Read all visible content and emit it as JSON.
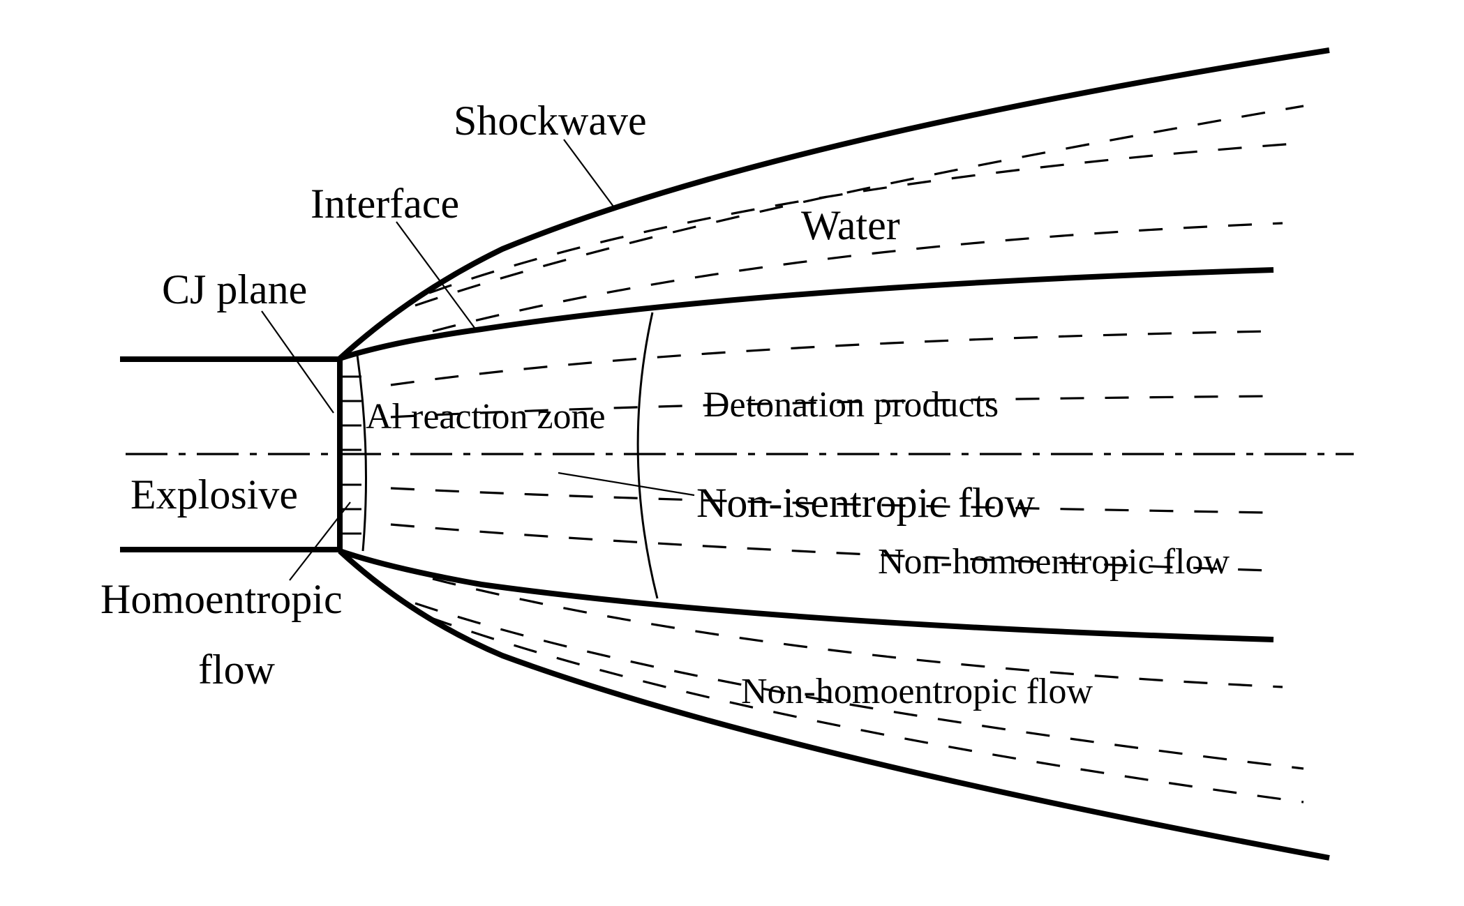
{
  "labels": {
    "shockwave": "Shockwave",
    "interface": "Interface",
    "cj_plane": "CJ plane",
    "water": "Water",
    "explosive": "Explosive",
    "al_reaction_zone": "Al reaction zone",
    "detonation_products": "Detonation products",
    "non_isentropic_flow": "Non-isentropic flow",
    "non_homoentropic_flow_inner": "Non-homoentropic flow",
    "non_homoentropic_flow_outer": "Non-homoentropic flow",
    "homoentropic_flow_line1": "Homoentropic",
    "homoentropic_flow_line2": "flow"
  },
  "colors": {
    "stroke": "#000000",
    "background": "#ffffff"
  }
}
